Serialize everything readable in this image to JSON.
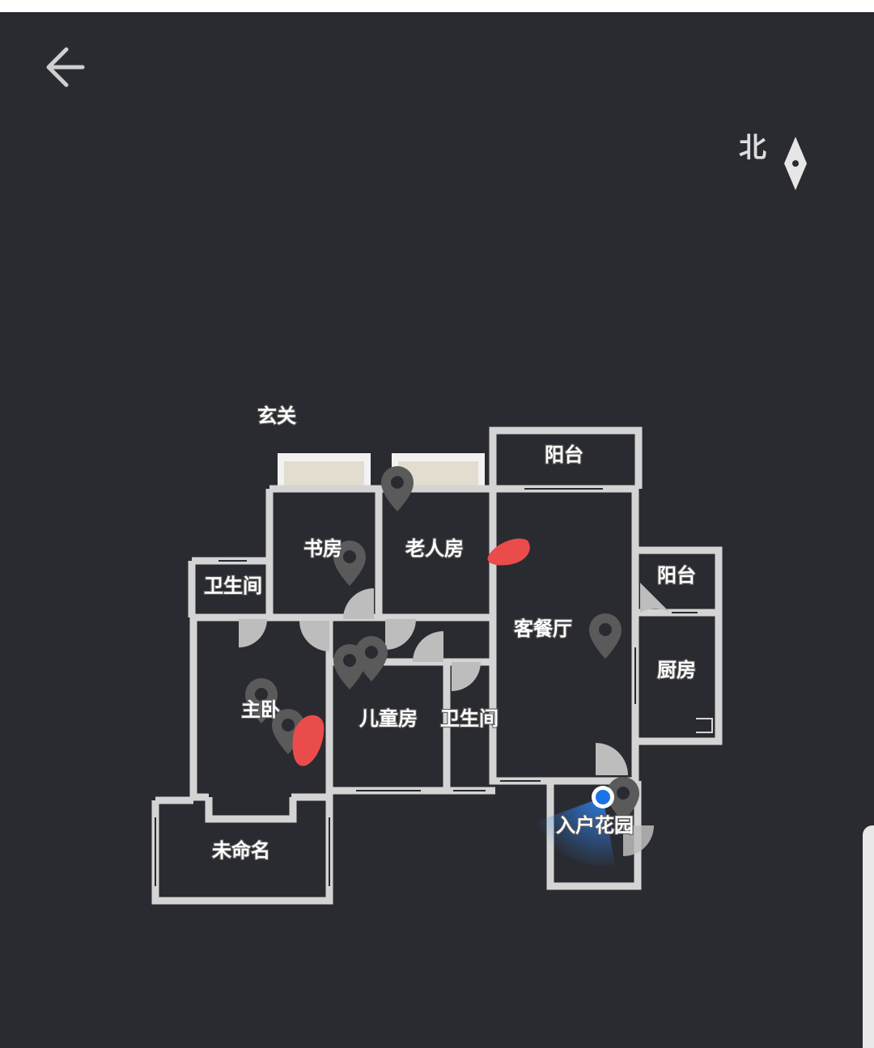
{
  "header": {
    "back_icon": "arrow-left-icon"
  },
  "compass": {
    "label": "北",
    "icon": "compass-needle-icon"
  },
  "rooms": {
    "xuanguan": "玄关",
    "balcony_north": "阳台",
    "study": "书房",
    "elder_room": "老人房",
    "bathroom_west": "卫生间",
    "balcony_east": "阳台",
    "living_dining": "客餐厅",
    "kitchen": "厨房",
    "master_bedroom": "主卧",
    "kids_room": "儿童房",
    "bathroom_middle": "卫生间",
    "entry_garden": "入户花园",
    "unnamed": "未命名"
  },
  "colors": {
    "background": "#2a2b30",
    "wall": "#d4d4d4",
    "window_fill": "#e3ddd0",
    "marker": "#5a5a5a",
    "annotation": "#ea4c4c",
    "location": "#1a73e8"
  }
}
